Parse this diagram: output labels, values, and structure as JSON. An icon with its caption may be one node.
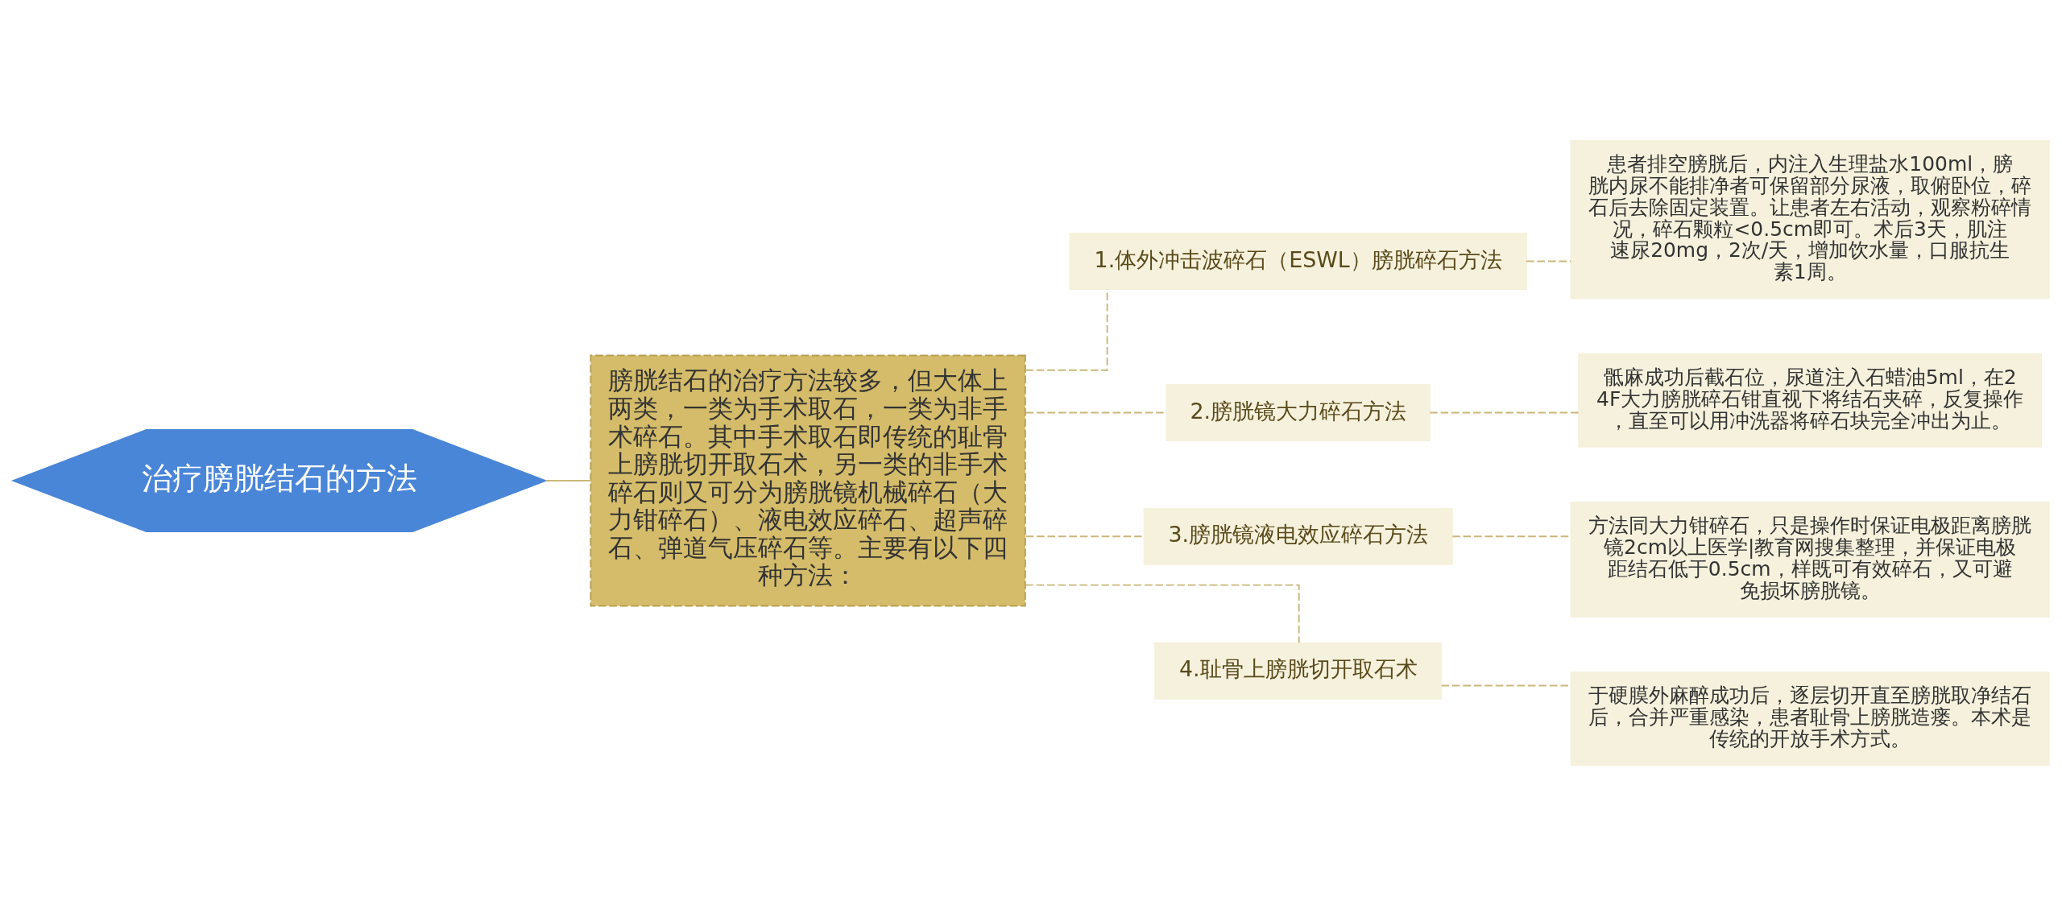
{
  "diagram": {
    "nodes": [
      {
        "text": [
          "治疗膀胱结石的方法"
        ]
      },
      {
        "text": [
          "膀胱结石的治疗方法较多，但大体上两类，一类为手术取石，一类为非手术碎石。其中手术取石即传统的耻骨上膀胱切开取石术，另一类的非手术碎石则又可分为膀胱镜机械碎石（大力钳碎石）、液电效应碎石、超声碎石、弹道气压碎石等。主要有以下四种方法："
        ]
      },
      {
        "text": [
          "1.体外冲击波碎石（ESWL）膀胱碎石方法"
        ]
      },
      {
        "text": [
          "患者排空膀胱后，内注入生理盐水100ml，膀胱内尿不能排净者可保留部分尿液，取俯卧位，碎石后去除固定装置。让患者左右活动，观察粉碎情况，碎石颗粒<0.5cm即可。术后3天，肌注速尿20mg，2次/天，增加饮水量，口服抗生素1周。"
        ]
      },
      {
        "text": [
          "2.膀胱镜大力碎石方法"
        ]
      },
      {
        "text": [
          "骶麻成功后截石位，尿道注入石蜡油5ml，在24F大力膀胱碎石钳直视下将结石夹碎，反复操作，直至可以用冲洗器将碎石块完全冲出为止。"
        ]
      },
      {
        "text": [
          "3.膀胱镜液电效应碎石方法"
        ]
      },
      {
        "text": [
          "方法同大力钳碎石，只是操作时保证电极距离膀胱镜2cm以上医学|教育网搜集整理，并保证电极距结石低于0.5cm，样既可有效碎石，又可避免损坏膀胱镜。"
        ]
      },
      {
        "text": [
          "4.耻骨上膀胱切开取石术"
        ]
      },
      {
        "text": [
          "于硬膜外麻醉成功后，逐层切开直至膀胱取净结石后，合并严重感染，患者耻骨上膀胱造瘘。本术是传统的开放手术方式。"
        ]
      }
    ],
    "edges": [
      {
        "from": 0,
        "to": 1,
        "arrow": "none"
      },
      {
        "from": 1,
        "to": 2,
        "arrow": "none",
        "style": "dashed"
      },
      {
        "from": 1,
        "to": 4,
        "arrow": "none",
        "style": "dashed"
      },
      {
        "from": 1,
        "to": 6,
        "arrow": "none",
        "style": "dashed"
      },
      {
        "from": 1,
        "to": 8,
        "arrow": "none",
        "style": "dashed"
      },
      {
        "from": 2,
        "to": 3,
        "arrow": "none",
        "style": "dashed"
      },
      {
        "from": 4,
        "to": 5,
        "arrow": "none",
        "style": "dashed"
      },
      {
        "from": 6,
        "to": 7,
        "arrow": "none",
        "style": "dashed"
      },
      {
        "from": 8,
        "to": 9,
        "arrow": "none",
        "style": "dashed"
      }
    ]
  }
}
